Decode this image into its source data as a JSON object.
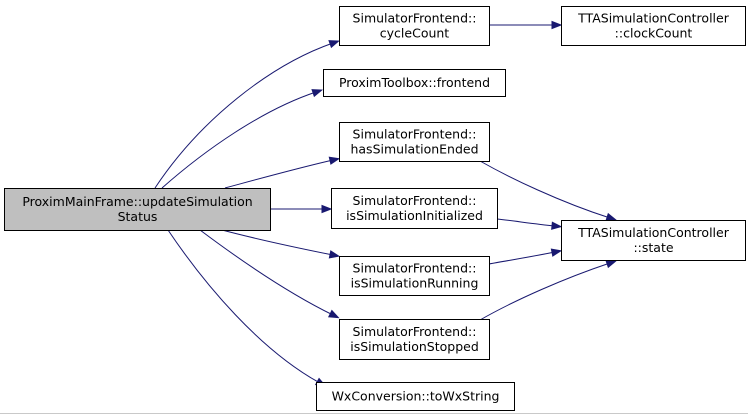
{
  "graph": {
    "nodes": [
      {
        "id": "root",
        "lines": [
          "ProximMainFrame::updateSimulation",
          "Status"
        ]
      },
      {
        "id": "cycleCount",
        "lines": [
          "SimulatorFrontend::",
          "cycleCount"
        ]
      },
      {
        "id": "clockCount",
        "lines": [
          "TTASimulationController",
          "::clockCount"
        ]
      },
      {
        "id": "frontend",
        "lines": [
          "ProximToolbox::frontend"
        ]
      },
      {
        "id": "hasEnded",
        "lines": [
          "SimulatorFrontend::",
          "hasSimulationEnded"
        ]
      },
      {
        "id": "isInit",
        "lines": [
          "SimulatorFrontend::",
          "isSimulationInitialized"
        ]
      },
      {
        "id": "state",
        "lines": [
          "TTASimulationController",
          "::state"
        ]
      },
      {
        "id": "isRunning",
        "lines": [
          "SimulatorFrontend::",
          "isSimulationRunning"
        ]
      },
      {
        "id": "isStopped",
        "lines": [
          "SimulatorFrontend::",
          "isSimulationStopped"
        ]
      },
      {
        "id": "toWx",
        "lines": [
          "WxConversion::toWxString"
        ]
      }
    ],
    "edges": [
      {
        "from": "root",
        "to": "cycleCount"
      },
      {
        "from": "root",
        "to": "frontend"
      },
      {
        "from": "root",
        "to": "hasEnded"
      },
      {
        "from": "root",
        "to": "isInit"
      },
      {
        "from": "root",
        "to": "isRunning"
      },
      {
        "from": "root",
        "to": "isStopped"
      },
      {
        "from": "root",
        "to": "toWx"
      },
      {
        "from": "cycleCount",
        "to": "clockCount"
      },
      {
        "from": "hasEnded",
        "to": "state"
      },
      {
        "from": "isInit",
        "to": "state"
      },
      {
        "from": "isRunning",
        "to": "state"
      },
      {
        "from": "isStopped",
        "to": "state"
      }
    ]
  }
}
